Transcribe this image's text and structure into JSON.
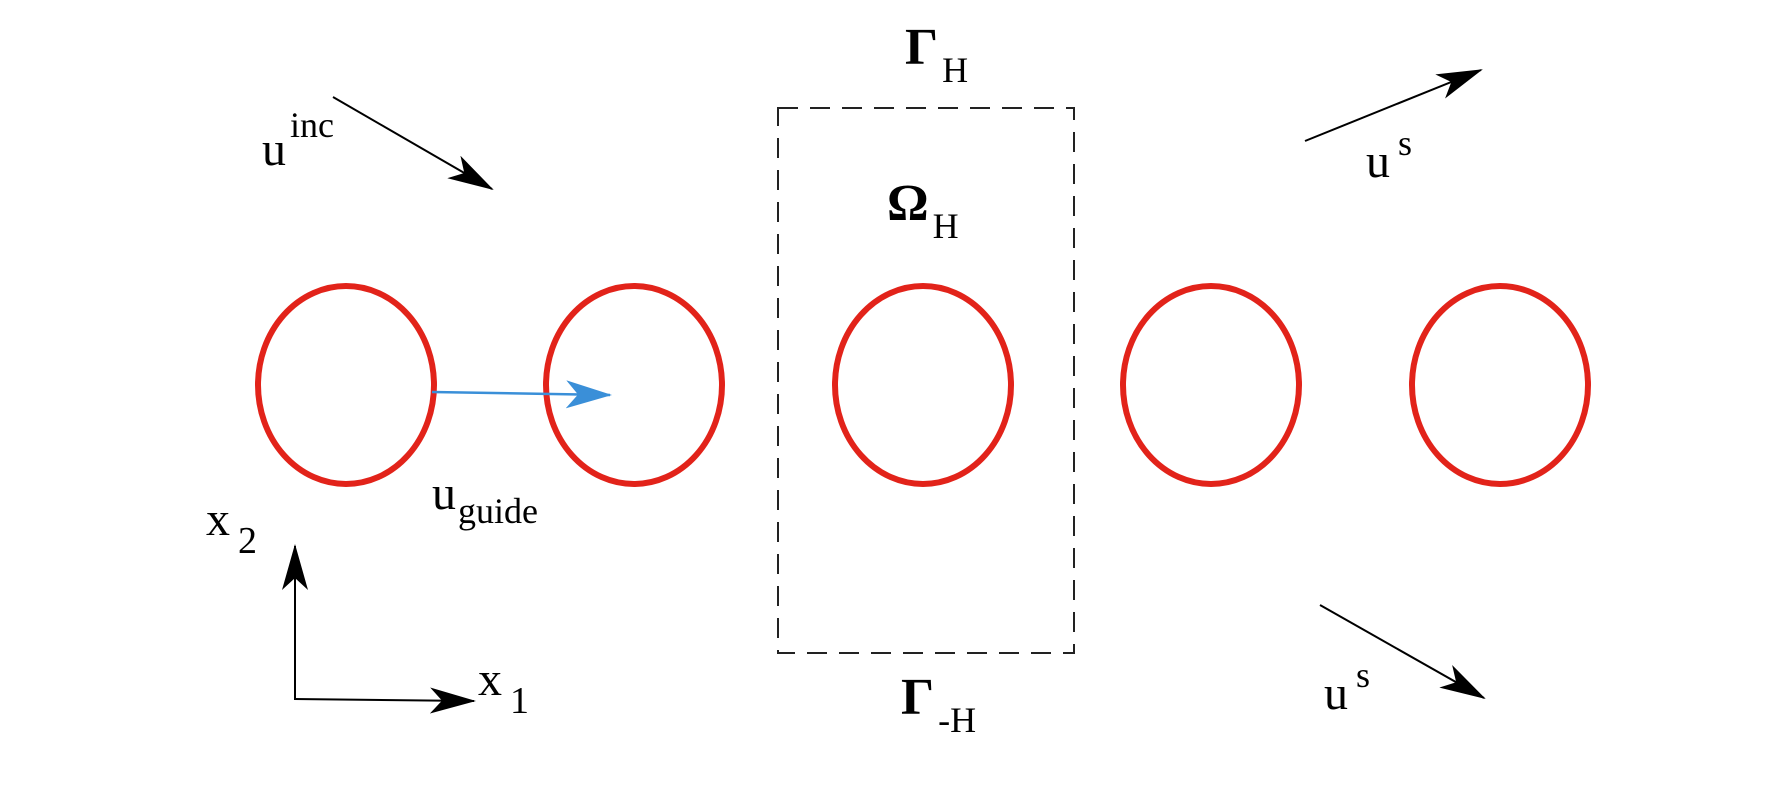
{
  "colors": {
    "scatterer": "#e2231a",
    "guide_arrow": "#3a8fd8",
    "ink": "#000000",
    "boundary": "#222222"
  },
  "labels": {
    "incident": {
      "base": "u",
      "sup": "inc"
    },
    "scattered_up": {
      "base": "u",
      "sup": "s"
    },
    "scattered_down": {
      "base": "u",
      "sup": "s"
    },
    "guide": {
      "base": "u",
      "sub": "guide"
    },
    "gamma_top": {
      "base": "Γ",
      "sub": "H"
    },
    "gamma_bottom": {
      "base": "Γ",
      "sub": "-H"
    },
    "omega": {
      "base": "Ω",
      "sub": "H"
    },
    "axis_x1": {
      "base": "x",
      "sub": "1"
    },
    "axis_x2": {
      "base": "x",
      "sub": "2"
    }
  },
  "scatterer_count": 5
}
